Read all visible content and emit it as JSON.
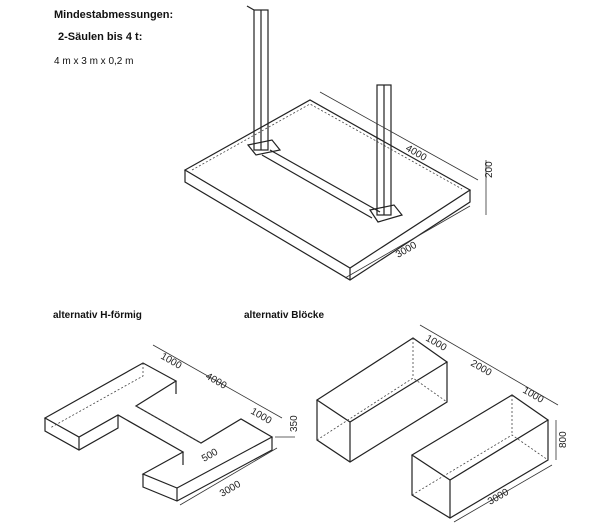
{
  "header": {
    "title": "Mindestabmessungen:",
    "subtitle": "2-Säulen bis 4 t:",
    "dimensions": "4 m x 3 m x 0,2 m"
  },
  "main_slab": {
    "length": "4000",
    "width": "3000",
    "height": "200"
  },
  "h_shape": {
    "label": "alternativ H-förmig",
    "arm_width_left": "1000",
    "length": "4000",
    "arm_width_right": "1000",
    "height": "350",
    "web_width": "500",
    "width": "3000"
  },
  "blocks": {
    "label": "alternativ Blöcke",
    "block_width_left": "1000",
    "spacing": "2000",
    "block_width_right": "1000",
    "height": "800",
    "length": "3000"
  }
}
